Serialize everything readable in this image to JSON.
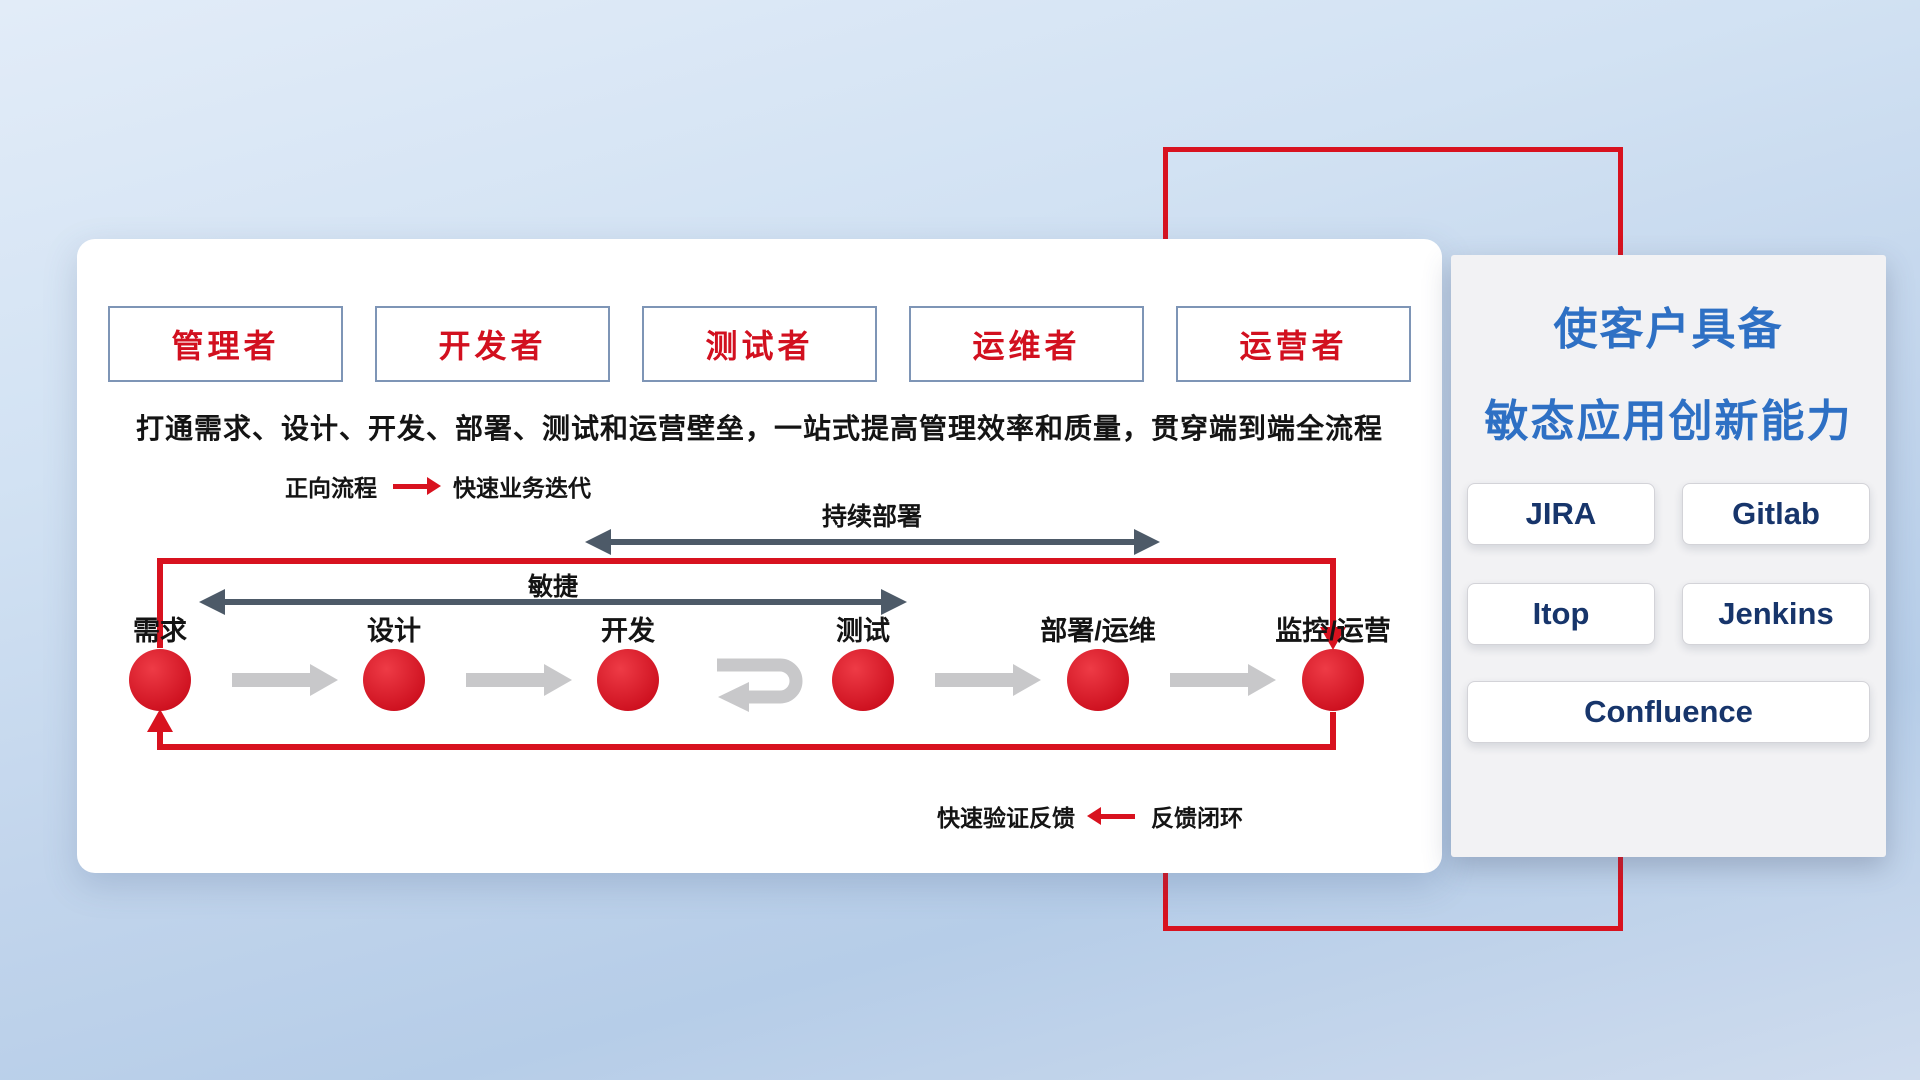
{
  "roles": [
    "管理者",
    "开发者",
    "测试者",
    "运维者",
    "运营者"
  ],
  "description": "打通需求、设计、开发、部署、测试和运营壁垒，一站式提高管理效率和质量，贯穿端到端全流程",
  "legend_forward": {
    "label": "正向流程",
    "text": "快速业务迭代"
  },
  "legend_feedback": {
    "label": "快速验证反馈",
    "text": "反馈闭环"
  },
  "flow": {
    "nodes": [
      "需求",
      "设计",
      "开发",
      "测试",
      "部署/运维",
      "监控/运营"
    ],
    "agile_label": "敏捷",
    "continuous_deploy_label": "持续部署"
  },
  "right_panel": {
    "title_line1": "使客户具备",
    "title_line2": "敏态应用创新能力",
    "tools": [
      "JIRA",
      "Gitlab",
      "Itop",
      "Jenkins",
      "Confluence"
    ]
  },
  "colors": {
    "red": "#d8121f",
    "blue": "#2e70c4",
    "dark_arrow": "#4d5a68",
    "gray_arrow": "#c8c8ca",
    "tool_text": "#17356b"
  }
}
